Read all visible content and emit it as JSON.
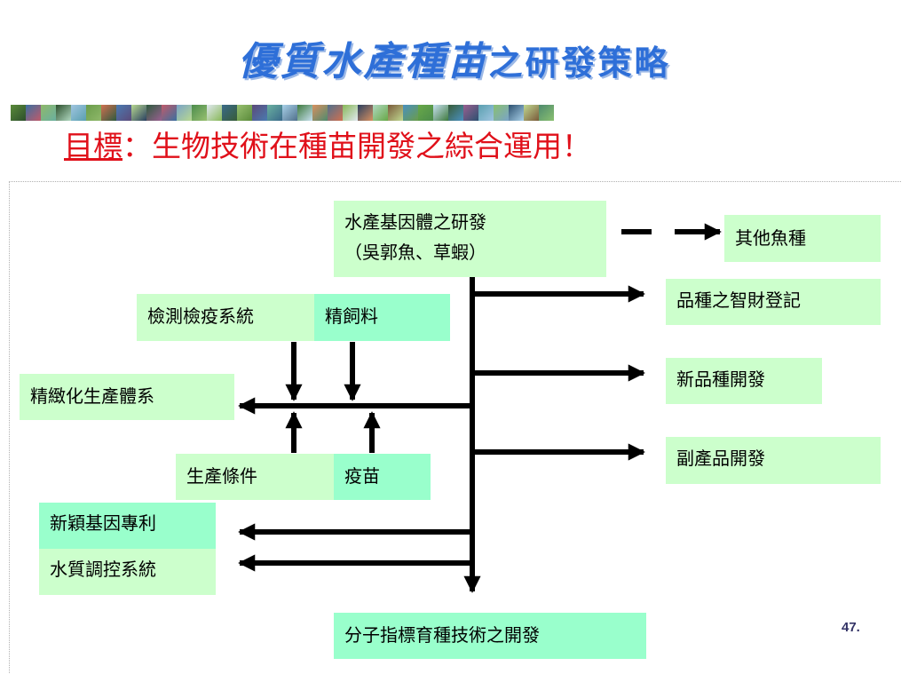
{
  "title": {
    "main": "優質水產種苗",
    "sub": "之研發策略"
  },
  "goal": {
    "label": "目標",
    "separator": "：",
    "text": "生物技術在種苗開發之綜合運用！"
  },
  "nodes": {
    "genome": {
      "line1": "水產基因體之研發",
      "line2": "（吳郭魚、草蝦）"
    },
    "other_fish": "其他魚種",
    "ip_registration": "品種之智財登記",
    "new_variety": "新品種開發",
    "byproduct": "副產品開發",
    "quarantine": "檢測檢疫系統",
    "feed": "精飼料",
    "production_system": "精緻化生產體系",
    "production_conditions": "生產條件",
    "vaccine": "疫苗",
    "gene_patent": "新穎基因專利",
    "water_quality": "水質調控系統",
    "marker_breeding": "分子指標育種技術之開發"
  },
  "page_number": "47.",
  "colors": {
    "title": "#2e6fd8",
    "goal": "#e0101a",
    "box_light": "#ccffcc",
    "box_teal": "#99ffcc",
    "line": "#000000"
  },
  "strip_colors": [
    "#5a8a3a",
    "#3c6fa0",
    "#8fb86a",
    "#2c4f2c",
    "#a0c4e0",
    "#6a9c4a",
    "#d07050",
    "#4a7ab0",
    "#b8d890",
    "#2e5a3e",
    "#c05a6a",
    "#7aa4c8",
    "#4c8c4c",
    "#e0e8f0",
    "#3a6a8a",
    "#98c070",
    "#5c4a7a",
    "#6ab0a0",
    "#a8d0e8",
    "#3e7a3e",
    "#d89060",
    "#50708c",
    "#88b858",
    "#2a4060",
    "#b0d8c0",
    "#7a5a3a",
    "#4a90c0",
    "#68a848",
    "#c8e0f0",
    "#385c38",
    "#9a6090",
    "#5aa0b0",
    "#8ac070",
    "#2c5070",
    "#c0d890",
    "#4e8a6e"
  ]
}
